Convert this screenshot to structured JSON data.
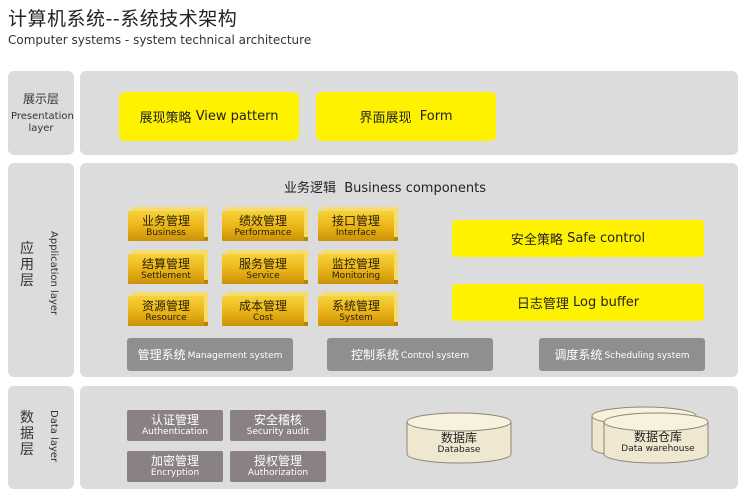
{
  "title": "计算机系统--系统技术架构",
  "subtitle": "Computer systems - system technical architecture",
  "layers": {
    "presentation": {
      "zh": "展示层",
      "en": "Presentation layer"
    },
    "application": {
      "zh": [
        "应",
        "用",
        "层"
      ],
      "en": "Application layer"
    },
    "data": {
      "zh": [
        "数",
        "据",
        "层"
      ],
      "en": "Data layer"
    }
  },
  "presentation_items": [
    {
      "zh": "展现策略",
      "en": "View pattern"
    },
    {
      "zh": "界面展现",
      "en": "Form"
    }
  ],
  "business": {
    "title": {
      "zh": "业务逻辑",
      "en": "Business components"
    },
    "cubes": [
      {
        "zh": "业务管理",
        "en": "Business"
      },
      {
        "zh": "绩效管理",
        "en": "Performance"
      },
      {
        "zh": "接口管理",
        "en": "Interface"
      },
      {
        "zh": "结算管理",
        "en": "Settlement"
      },
      {
        "zh": "服务管理",
        "en": "Service"
      },
      {
        "zh": "监控管理",
        "en": "Monitoring"
      },
      {
        "zh": "资源管理",
        "en": "Resource"
      },
      {
        "zh": "成本管理",
        "en": "Cost"
      },
      {
        "zh": "系统管理",
        "en": "System"
      }
    ]
  },
  "app_side": [
    {
      "zh": "安全策略",
      "en": "Safe control"
    },
    {
      "zh": "日志管理",
      "en": "Log buffer"
    }
  ],
  "app_systems": [
    {
      "zh": "管理系统",
      "en": "Management system"
    },
    {
      "zh": "控制系统",
      "en": "Control system"
    },
    {
      "zh": "调度系统",
      "en": "Scheduling system"
    }
  ],
  "data_items": [
    {
      "zh": "认证管理",
      "en": "Authentication"
    },
    {
      "zh": "安全稽核",
      "en": "Security audit"
    },
    {
      "zh": "加密管理",
      "en": "Encryption"
    },
    {
      "zh": "授权管理",
      "en": "Authorization"
    }
  ],
  "storage": [
    {
      "zh": "数据库",
      "en": "Database"
    },
    {
      "zh": "数据仓库",
      "en": "Data warehouse"
    }
  ],
  "colors": {
    "yellow": "#fff200",
    "cube": "#e9b217",
    "panel": "#dcdcdc",
    "gray": "#8f8f8f",
    "dark": "#8a8282"
  }
}
